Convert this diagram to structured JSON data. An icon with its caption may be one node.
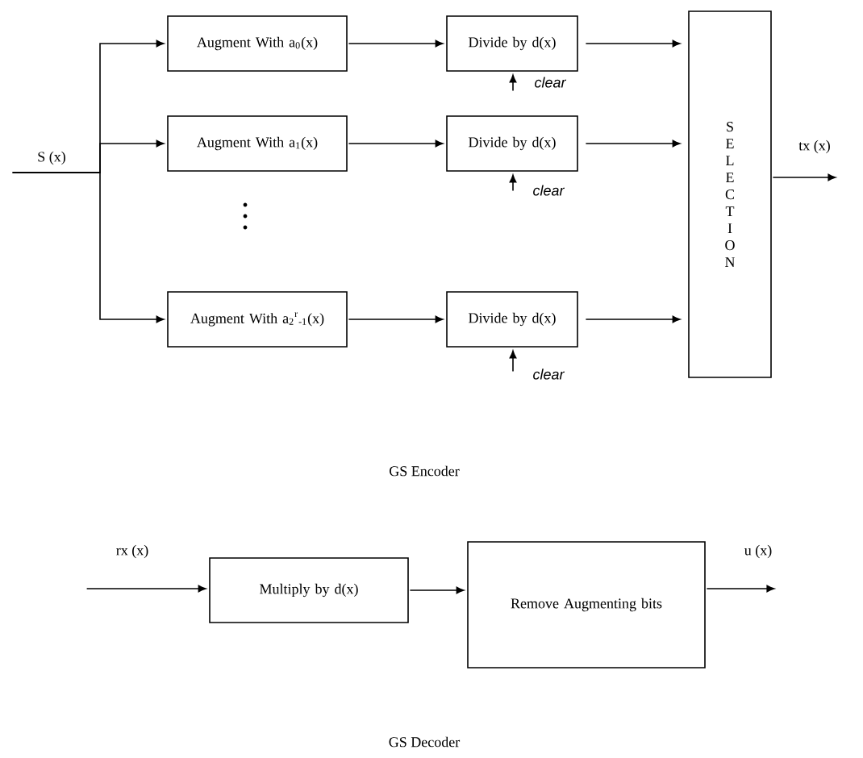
{
  "diagram": {
    "nodes": [
      {
        "text": [
          "Augment With a$_{0}$(x)"
        ]
      },
      {
        "text": [
          "Augment With a$_{1}$(x)"
        ]
      },
      {
        "text": [
          "Augment With a$_{2}$$^{r}$$_{-1}$(x)"
        ]
      },
      {
        "text": [
          "Divide by d(x)"
        ]
      },
      {
        "text": [
          "Divide by d(x)"
        ]
      },
      {
        "text": [
          "Divide by d(x)"
        ]
      },
      {
        "text": [
          "S E L E C T I O N"
        ]
      },
      {
        "text": [
          "Multiply by d(x)"
        ]
      },
      {
        "text": [
          "Remove Augmenting bits"
        ]
      }
    ],
    "edges": [
      {
        "from": null,
        "to": 0,
        "arrow": "to",
        "label": "S (x)"
      },
      {
        "from": null,
        "to": 1,
        "arrow": "to"
      },
      {
        "from": null,
        "to": 2,
        "arrow": "to"
      },
      {
        "from": 0,
        "to": 3,
        "arrow": "to"
      },
      {
        "from": 1,
        "to": 4,
        "arrow": "to"
      },
      {
        "from": 2,
        "to": 5,
        "arrow": "to"
      },
      {
        "from": null,
        "to": 3,
        "arrow": "to",
        "label": "clear"
      },
      {
        "from": null,
        "to": 4,
        "arrow": "to",
        "label": "clear"
      },
      {
        "from": null,
        "to": 5,
        "arrow": "to",
        "label": "clear"
      },
      {
        "from": 3,
        "to": 6,
        "arrow": "to"
      },
      {
        "from": 4,
        "to": 6,
        "arrow": "to"
      },
      {
        "from": 5,
        "to": 6,
        "arrow": "to"
      },
      {
        "from": 6,
        "to": null,
        "arrow": "to",
        "label": "tx (x)"
      },
      {
        "from": null,
        "to": 7,
        "arrow": "to",
        "label": "rx (x)"
      },
      {
        "from": 7,
        "to": 8,
        "arrow": "to"
      },
      {
        "from": 8,
        "to": null,
        "arrow": "to",
        "label": "u (x)"
      }
    ],
    "labels": [
      "GS Encoder",
      "GS Decoder"
    ]
  }
}
